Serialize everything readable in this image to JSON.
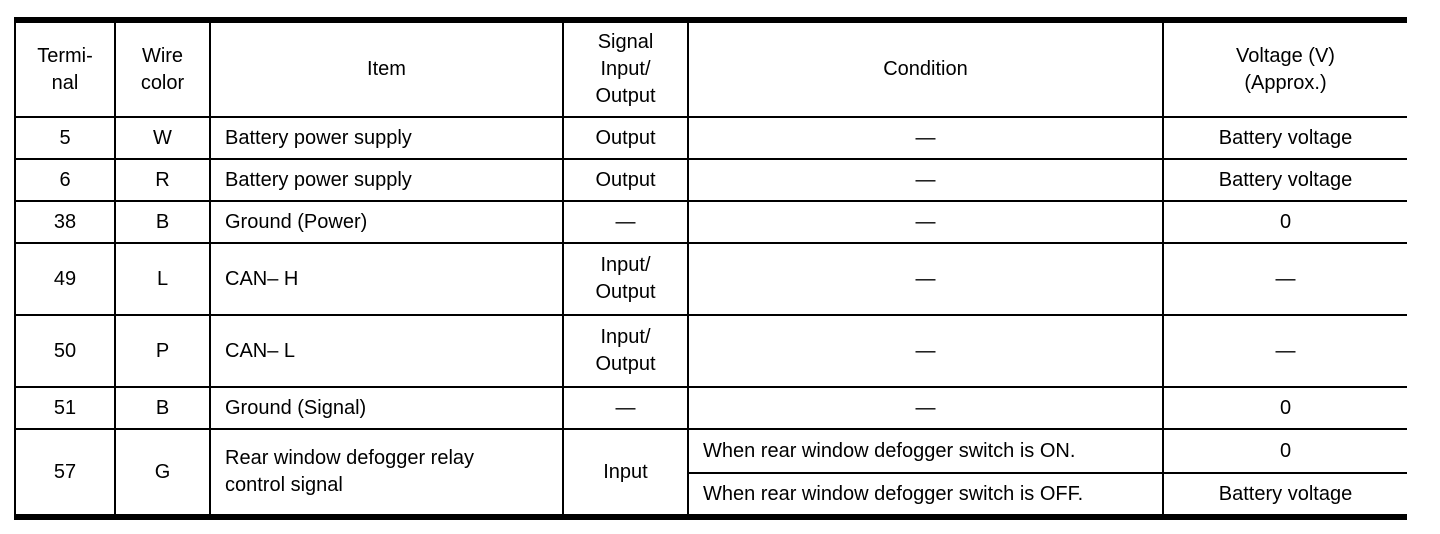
{
  "table": {
    "columns": [
      {
        "key": "terminal",
        "label": "Termi-\nnal"
      },
      {
        "key": "wire_color",
        "label": "Wire\ncolor"
      },
      {
        "key": "item",
        "label": "Item"
      },
      {
        "key": "signal",
        "label": "Signal\nInput/\nOutput"
      },
      {
        "key": "condition",
        "label": "Condition"
      },
      {
        "key": "voltage",
        "label": "Voltage (V)\n(Approx.)"
      }
    ],
    "rows": [
      {
        "terminal": "5",
        "wire_color": "W",
        "item": "Battery power supply",
        "signal": "Output",
        "conditions": [
          {
            "condition": "—",
            "voltage": "Battery voltage"
          }
        ]
      },
      {
        "terminal": "6",
        "wire_color": "R",
        "item": "Battery power supply",
        "signal": "Output",
        "conditions": [
          {
            "condition": "—",
            "voltage": "Battery voltage"
          }
        ]
      },
      {
        "terminal": "38",
        "wire_color": "B",
        "item": "Ground (Power)",
        "signal": "—",
        "conditions": [
          {
            "condition": "—",
            "voltage": "0"
          }
        ]
      },
      {
        "terminal": "49",
        "wire_color": "L",
        "item": "CAN– H",
        "signal": "Input/\nOutput",
        "conditions": [
          {
            "condition": "—",
            "voltage": "—"
          }
        ]
      },
      {
        "terminal": "50",
        "wire_color": "P",
        "item": "CAN– L",
        "signal": "Input/\nOutput",
        "conditions": [
          {
            "condition": "—",
            "voltage": "—"
          }
        ]
      },
      {
        "terminal": "51",
        "wire_color": "B",
        "item": "Ground (Signal)",
        "signal": "—",
        "conditions": [
          {
            "condition": "—",
            "voltage": "0"
          }
        ]
      },
      {
        "terminal": "57",
        "wire_color": "G",
        "item": "Rear window defogger relay\ncontrol signal",
        "signal": "Input",
        "conditions": [
          {
            "condition": "When rear window defogger switch is ON.",
            "voltage": "0"
          },
          {
            "condition": "When rear window defogger switch is OFF.",
            "voltage": "Battery voltage"
          }
        ]
      }
    ]
  },
  "colors": {
    "border": "#000000",
    "background": "#ffffff",
    "text": "#000000"
  }
}
